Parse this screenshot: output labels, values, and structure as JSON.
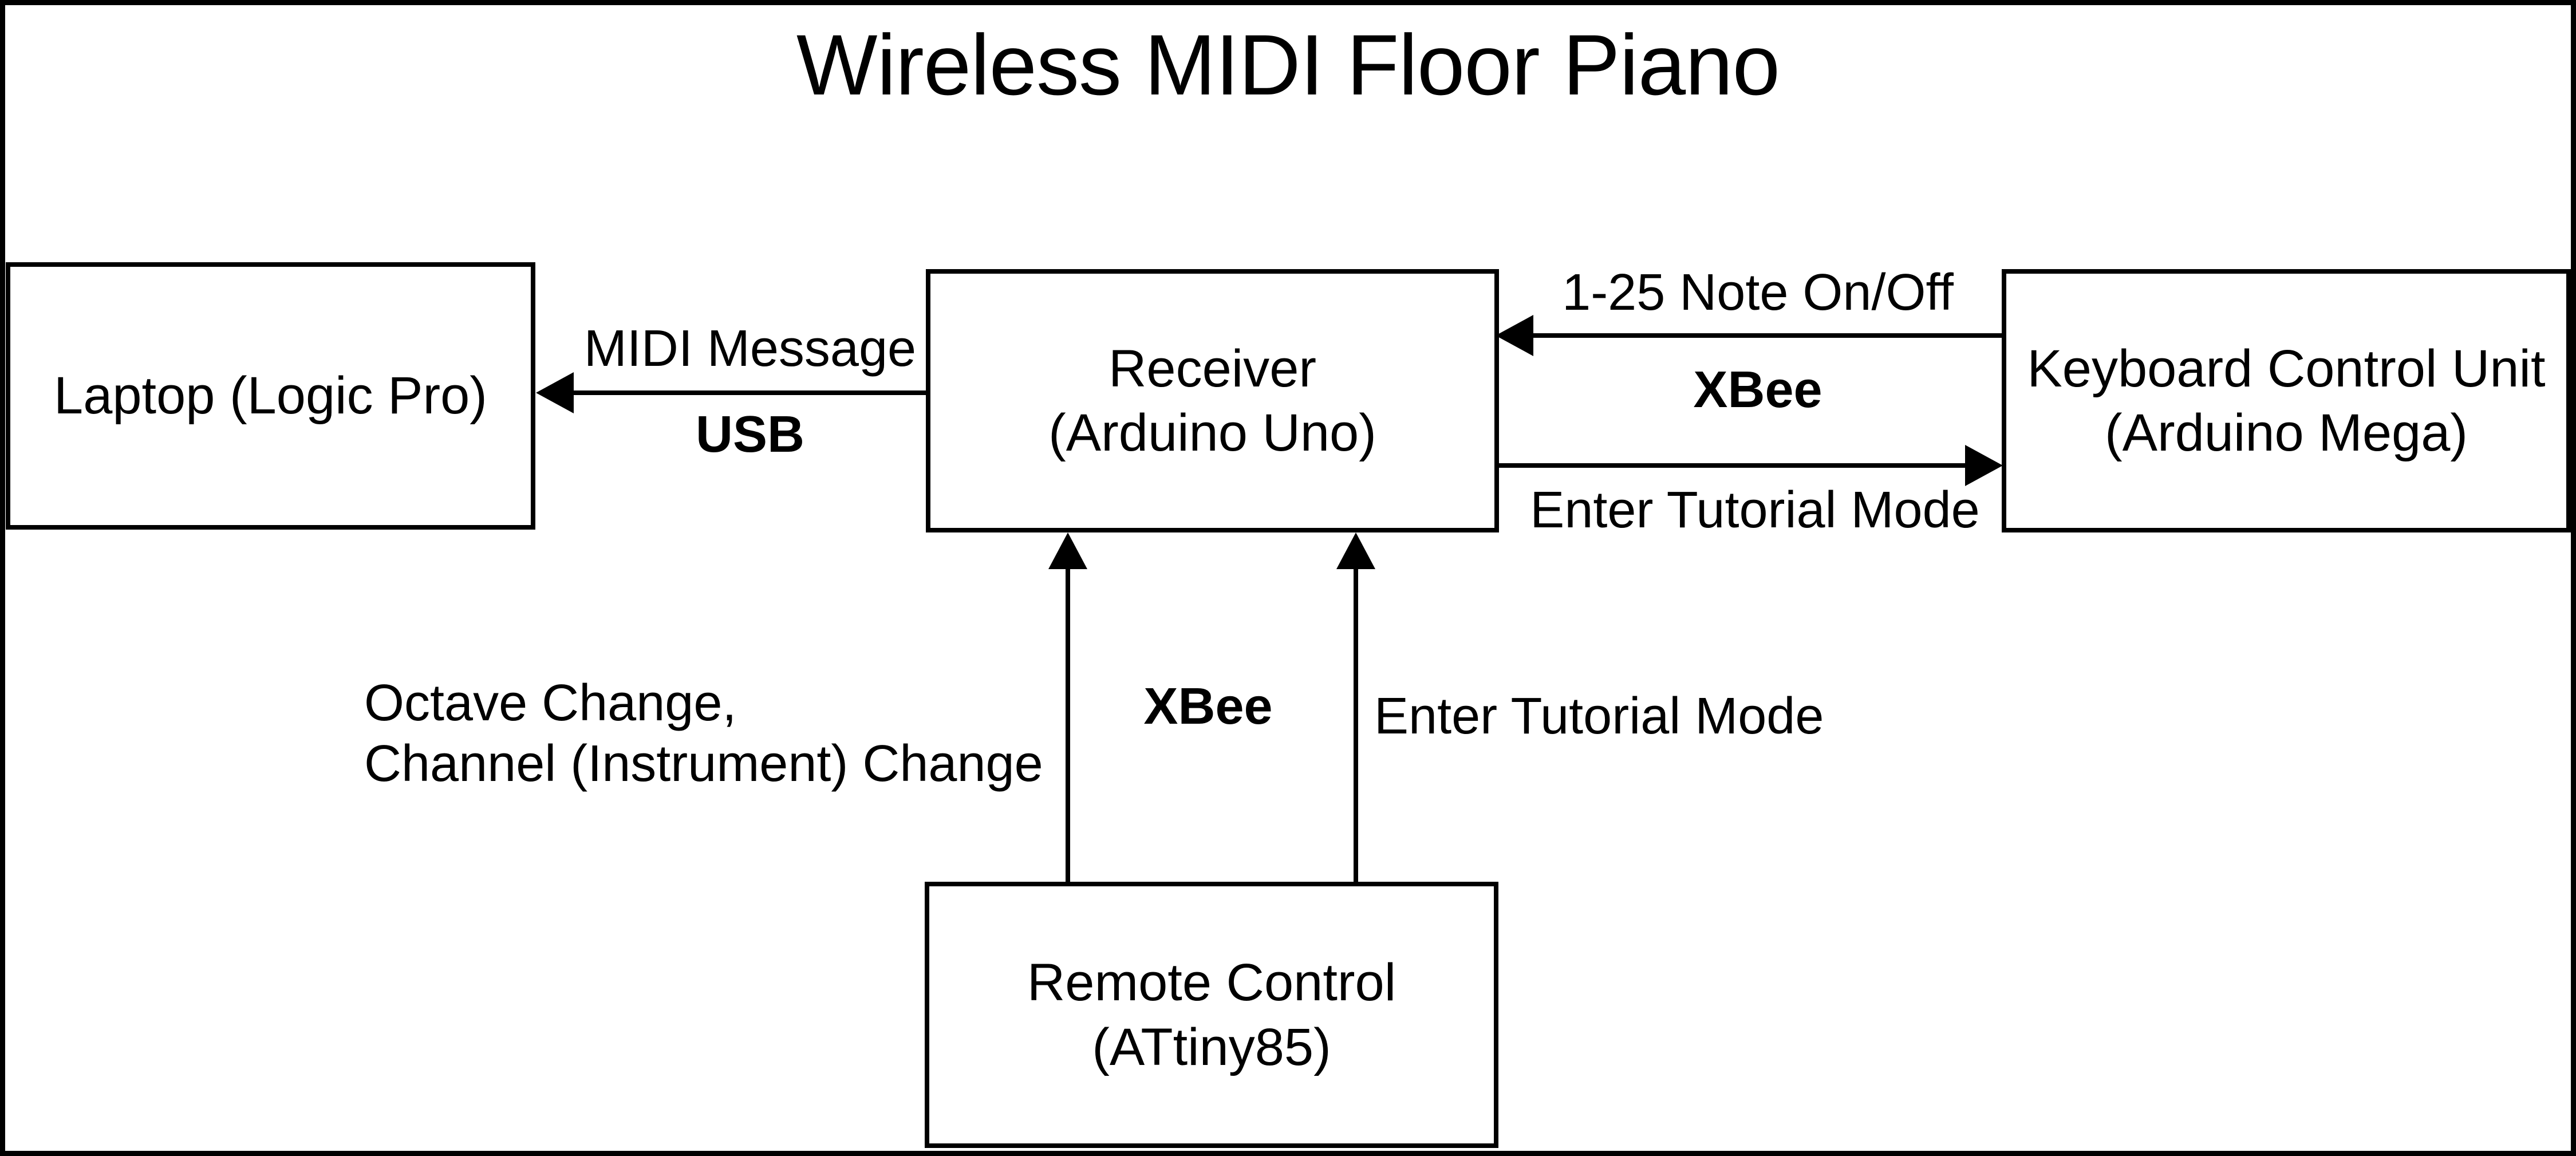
{
  "diagram": {
    "title": "Wireless MIDI Floor Piano",
    "colors": {
      "stroke": "#000000",
      "background": "#ffffff",
      "text": "#000000"
    },
    "nodes": [
      {
        "id": "laptop",
        "line1": "Laptop (Logic Pro)",
        "line2": ""
      },
      {
        "id": "receiver",
        "line1": "Receiver",
        "line2": "(Arduino Uno)"
      },
      {
        "id": "keyboard-control-unit",
        "line1": "Keyboard Control Unit",
        "line2": "(Arduino Mega)"
      },
      {
        "id": "remote-control",
        "line1": "Remote Control",
        "line2": "(ATtiny85)"
      }
    ],
    "edges": [
      {
        "id": "receiver-to-laptop",
        "from": "receiver",
        "to": "laptop",
        "label_above": "MIDI Message",
        "label_below": "USB",
        "label_below_bold": true,
        "direction": "left"
      },
      {
        "id": "kcu-to-receiver",
        "from": "keyboard-control-unit",
        "to": "receiver",
        "label_above": "1-25 Note On/Off",
        "label_middle": "XBee",
        "label_middle_bold": true,
        "direction": "left"
      },
      {
        "id": "receiver-to-kcu",
        "from": "receiver",
        "to": "keyboard-control-unit",
        "label_below": "Enter Tutorial Mode",
        "direction": "right"
      },
      {
        "id": "remote-to-receiver-octave",
        "from": "remote-control",
        "to": "receiver",
        "label_left_line1": "Octave Change,",
        "label_left_line2": "Channel (Instrument) Change",
        "label_middle": "XBee",
        "label_middle_bold": true,
        "direction": "up"
      },
      {
        "id": "remote-to-receiver-tutorial",
        "from": "remote-control",
        "to": "receiver",
        "label_right": "Enter Tutorial Mode",
        "direction": "up"
      }
    ]
  }
}
